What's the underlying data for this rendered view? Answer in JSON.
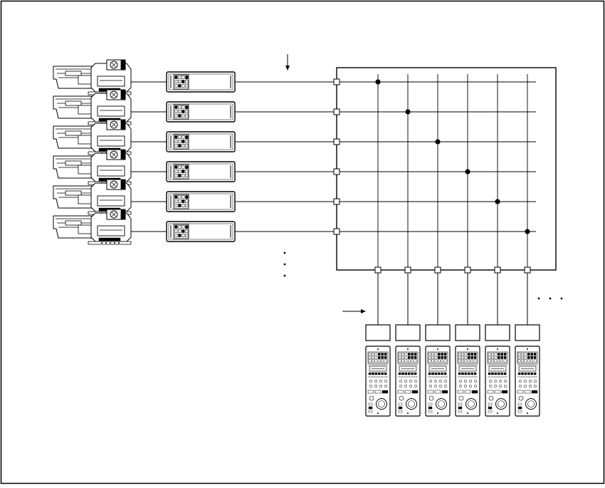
{
  "colors": {
    "ink": "#000000",
    "paper": "#ffffff",
    "panel": "#f2f2f2"
  },
  "diagram": {
    "camera_count": 6,
    "ccu_count": 6,
    "rcp_count": 6,
    "matrix_inputs": 6,
    "matrix_outputs": 6,
    "crosspoint_pairs": [
      [
        0,
        0
      ],
      [
        1,
        1
      ],
      [
        2,
        2
      ],
      [
        3,
        3
      ],
      [
        4,
        4
      ],
      [
        5,
        5
      ]
    ],
    "icons": {
      "camera": "studio-camera-icon",
      "ccu": "camera-control-unit-icon",
      "rcp": "remote-control-panel-icon",
      "signal_arrow": "arrow-icon",
      "ellipsis": "ellipsis-dots-icon"
    }
  }
}
